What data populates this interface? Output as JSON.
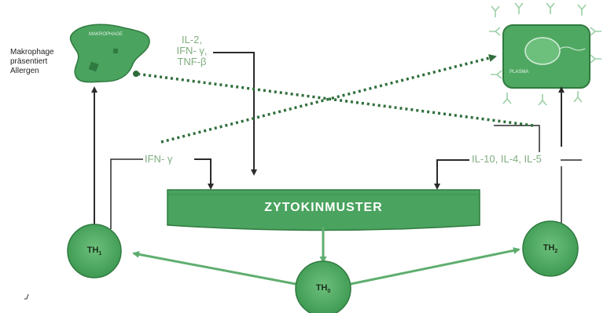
{
  "macrophage": {
    "cell_label": "MAKROPHAGE",
    "caption": [
      "Makrophage",
      "präsentiert",
      "Allergen"
    ]
  },
  "plasma": {
    "cell_label": "PLASMA"
  },
  "cytokines_th1_top": [
    "IL-2,",
    "IFN- γ,",
    "TNF-β"
  ],
  "cytokine_ifn": "IFN- γ",
  "cytokines_th2": "IL-10, IL-4, IL-5",
  "bar_label": "ZYTOKINMUSTER",
  "nodes": {
    "th1": {
      "base": "TH",
      "sub": "1"
    },
    "th0": {
      "base": "TH",
      "sub": "0"
    },
    "th2": {
      "base": "TH",
      "sub": "2"
    }
  },
  "colors": {
    "green_main": "#4aa35e",
    "green_dark": "#2f7a40",
    "green_light_text": "#7fae7f",
    "arrow_dark": "#2b2b2b",
    "dotted": "#2f6e3c"
  }
}
